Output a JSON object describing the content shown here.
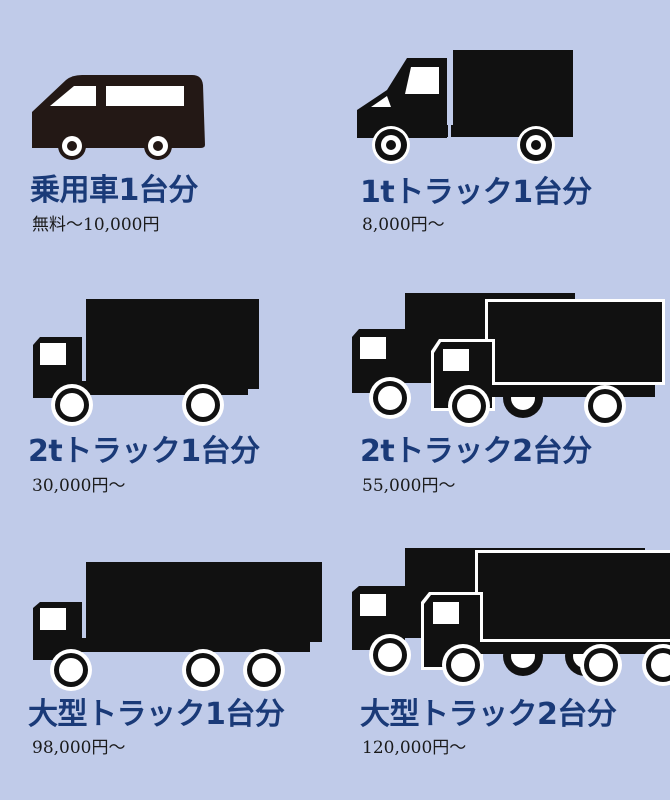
{
  "colors": {
    "background": "#c0cbe9",
    "title": "#1a3a78",
    "vehicle": "#111111",
    "van": "#231815"
  },
  "items": [
    {
      "title": "乗用車1台分",
      "price": "無料〜10,000円",
      "icon": "minivan-icon"
    },
    {
      "title": "1tトラック1台分",
      "price": "8,000円〜",
      "icon": "small-truck-icon"
    },
    {
      "title": "2tトラック1台分",
      "price": "30,000円〜",
      "icon": "truck-icon"
    },
    {
      "title": "2tトラック2台分",
      "price": "55,000円〜",
      "icon": "two-trucks-icon"
    },
    {
      "title": "大型トラック1台分",
      "price": "98,000円〜",
      "icon": "large-truck-icon"
    },
    {
      "title": "大型トラック2台分",
      "price": "120,000円〜",
      "icon": "two-large-trucks-icon"
    }
  ]
}
